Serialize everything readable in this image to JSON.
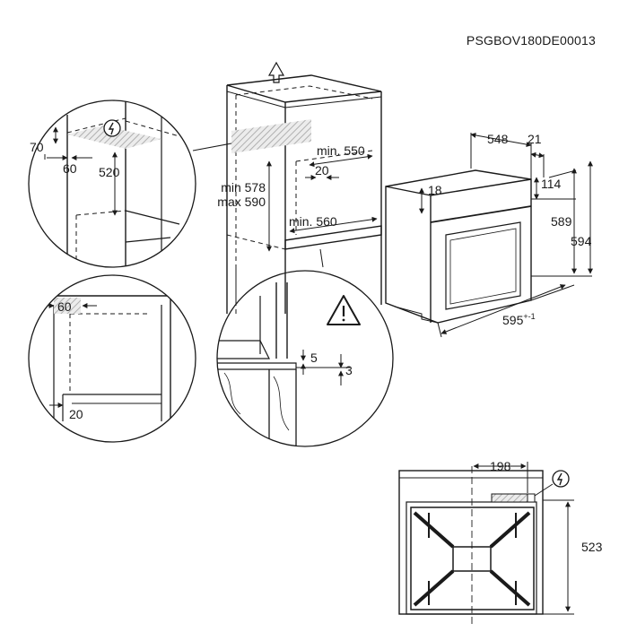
{
  "doc_code": "PSGBOV180DE00013",
  "icons": {
    "power": "power-symbol-icon",
    "warning": "warning-triangle-icon",
    "up": "up-arrow-icon"
  },
  "colors": {
    "line": "#1a1a1a",
    "hatch": "#bdbdbd"
  },
  "detail_top_left": {
    "d70": "70",
    "d60": "60",
    "d520": "520"
  },
  "cabinet": {
    "min550": "min. 550",
    "d20": "20",
    "min578": "min 578",
    "max590": "max 590",
    "min560": "min. 560"
  },
  "oven": {
    "d548": "548",
    "d21": "21",
    "d18": "18",
    "d114": "114",
    "d589": "589",
    "d594": "594",
    "d595": "595",
    "tol595": "+-1"
  },
  "detail_bottom_left": {
    "d60": "60",
    "d20": "20"
  },
  "detail_bottom_mid": {
    "d5": "5",
    "d3": "3"
  },
  "top_view": {
    "d198": "198",
    "d523": "523"
  }
}
